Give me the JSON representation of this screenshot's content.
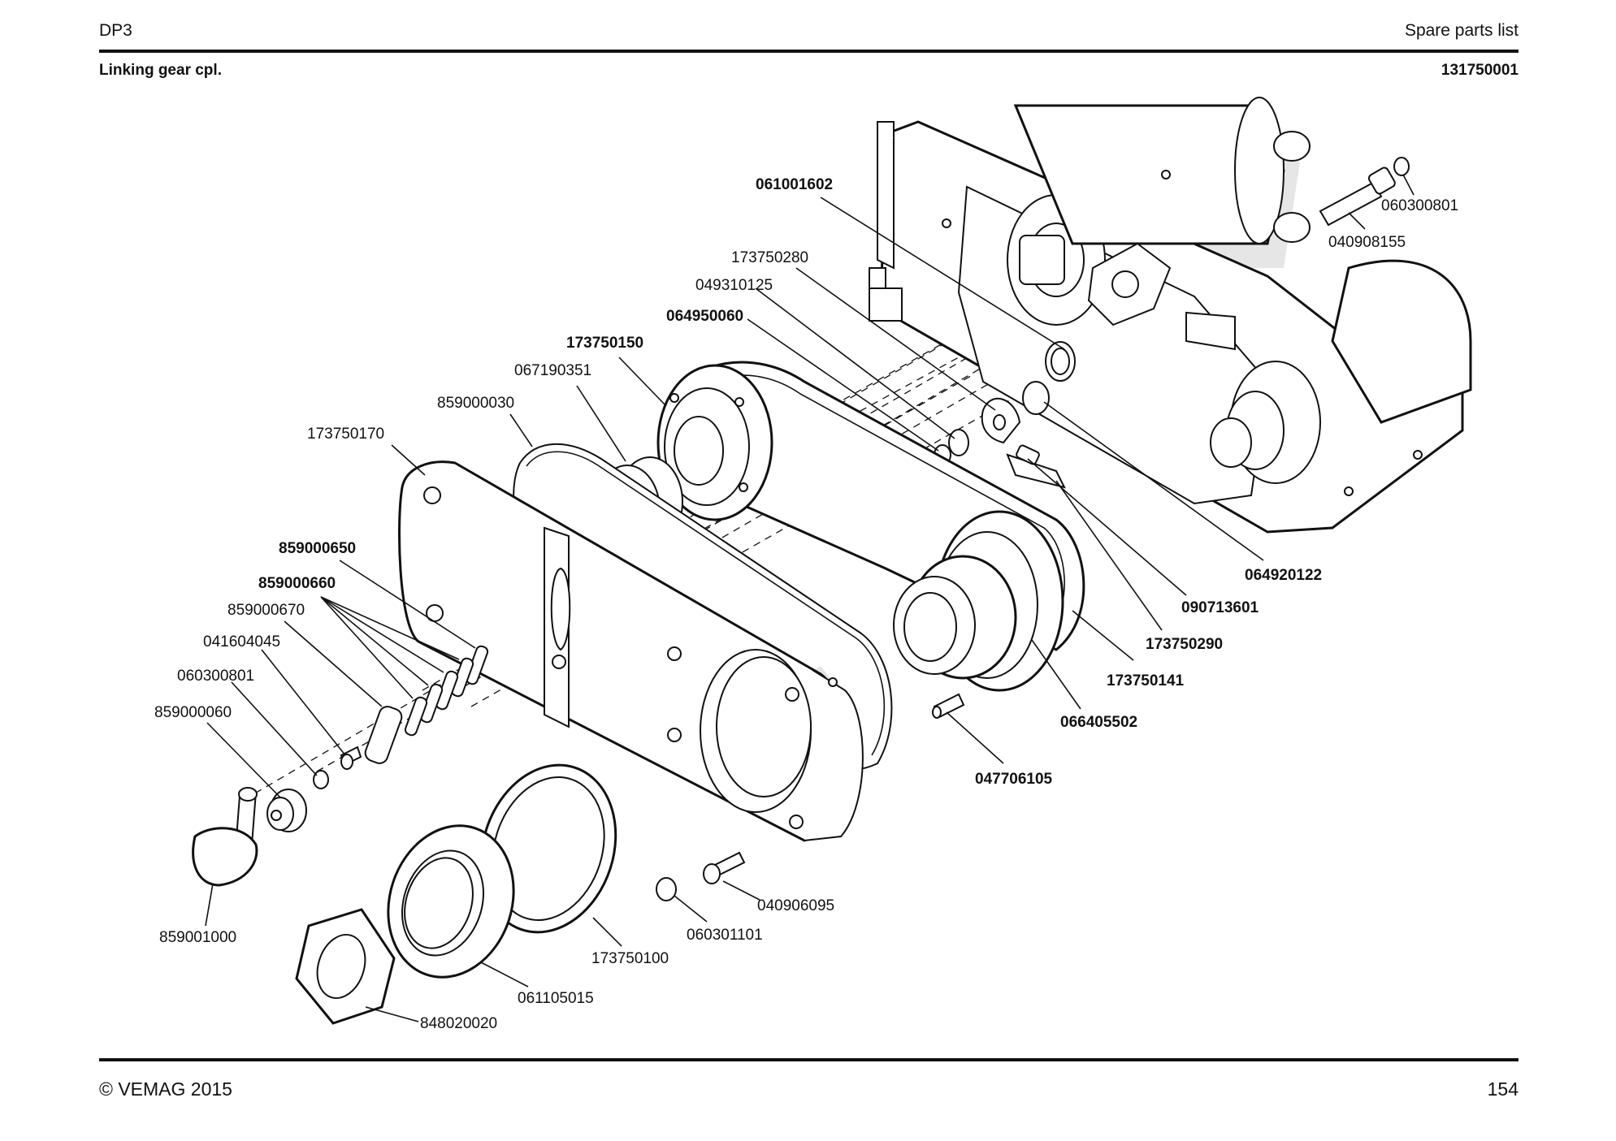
{
  "header": {
    "left": "DP3",
    "right": "Spare parts list"
  },
  "subheader": {
    "title": "Linking gear cpl.",
    "number": "131750001"
  },
  "footer": {
    "copyright": "© VEMAG 2015",
    "page": "154"
  },
  "labels": {
    "p061001602": "061001602",
    "p060300801a": "060300801",
    "p040908155": "040908155",
    "p173750280": "173750280",
    "p049310125": "049310125",
    "p064950060": "064950060",
    "p173750150": "173750150",
    "p067190351": "067190351",
    "p859000030": "859000030",
    "p173750170": "173750170",
    "p859000650": "859000650",
    "p859000660": "859000660",
    "p859000670": "859000670",
    "p041604045": "041604045",
    "p060300801b": "060300801",
    "p859000060": "859000060",
    "p859001000": "859001000",
    "p848020020": "848020020",
    "p061105015": "061105015",
    "p173750100": "173750100",
    "p060301101": "060301101",
    "p040906095": "040906095",
    "p047706105": "047706105",
    "p066405502": "066405502",
    "p173750141": "173750141",
    "p173750290": "173750290",
    "p090713601": "090713601",
    "p064920122": "064920122"
  }
}
